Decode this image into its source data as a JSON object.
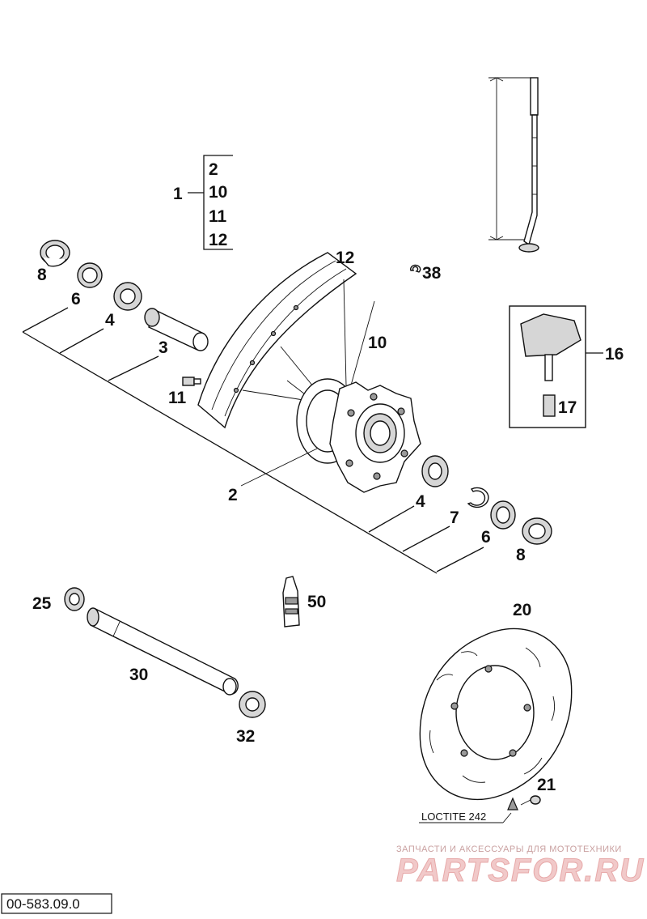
{
  "labels": {
    "p1": "1",
    "p2_group": "2",
    "p10_group": "10",
    "p11_group": "11",
    "p12_group": "12",
    "p12": "12",
    "p38": "38",
    "p8_left": "8",
    "p6_left": "6",
    "p4_left": "4",
    "p3": "3",
    "p10": "10",
    "p11": "11",
    "p16": "16",
    "p17": "17",
    "p2": "2",
    "p4_right": "4",
    "p7": "7",
    "p6_right": "6",
    "p8_right": "8",
    "p25": "25",
    "p50": "50",
    "p30": "30",
    "p32": "32",
    "p20": "20",
    "p21": "21"
  },
  "note": "LOCTITE 242",
  "watermark": {
    "top": "ЗАПЧАСТИ И АКСЕССУАРЫ ДЛЯ МОТОТЕХНИКИ",
    "main": "PARTSFOR.RU"
  },
  "diagram_code": "00-583.09.0"
}
